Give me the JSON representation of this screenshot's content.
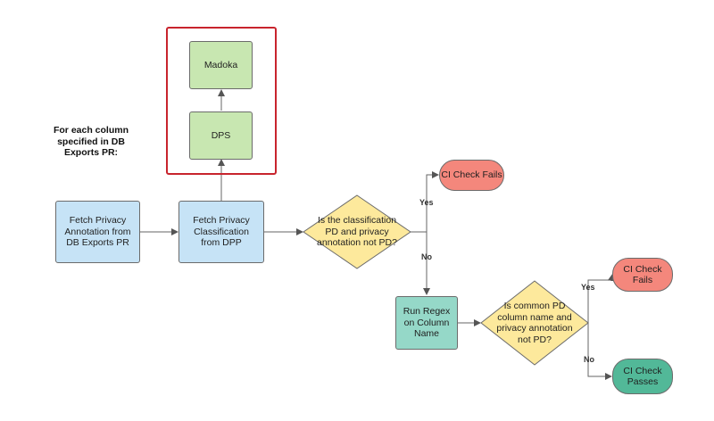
{
  "note": "For each column specified in DB Exports PR:",
  "nodes": {
    "madoka": "Madoka",
    "dps": "DPS",
    "fetch_annotation": "Fetch Privacy Annotation from DB Exports PR",
    "fetch_classification": "Fetch Privacy Classification from DPP",
    "decision_1": "Is the classification PD and privacy annotation not PD?",
    "fail_1": "CI Check Fails",
    "regex": "Run Regex on Column Name",
    "decision_2": "Is common PD column name and privacy annotation not PD?",
    "fail_2": "CI Check Fails",
    "pass": "CI Check Passes"
  },
  "edge_labels": {
    "yes_1": "Yes",
    "no_1": "No",
    "yes_2": "Yes",
    "no_2": "No"
  },
  "colors": {
    "process_blue": "#c6e3f6",
    "service_green": "#c8e7b1",
    "decision_yellow": "#fde99c",
    "regex_teal": "#95d8c8",
    "fail_red": "#f4877c",
    "pass_teal": "#52b898",
    "frame_red": "#c8242d"
  }
}
